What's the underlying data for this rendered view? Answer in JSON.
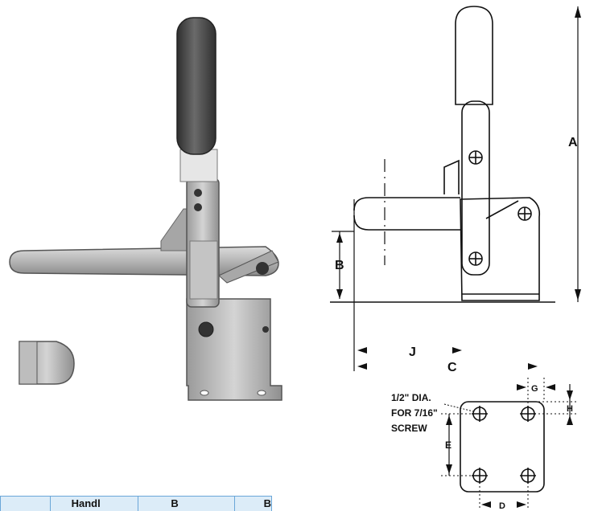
{
  "dimension_labels": {
    "A": "A",
    "B": "B",
    "C": "C",
    "D": "D",
    "E": "E",
    "G": "G",
    "H": "H",
    "J": "J"
  },
  "hole_note": {
    "line1": "1/2\" DIA.",
    "line2": "FOR 7/16\"",
    "line3": "SCREW"
  },
  "table_header": [
    "",
    "Handl",
    "B",
    "B"
  ],
  "colors": {
    "line": "#111111",
    "table_bg": "#dcecf8",
    "table_border": "#6aa6d8",
    "metal": "#b8b8b8",
    "handle": "#4a4a4a"
  }
}
